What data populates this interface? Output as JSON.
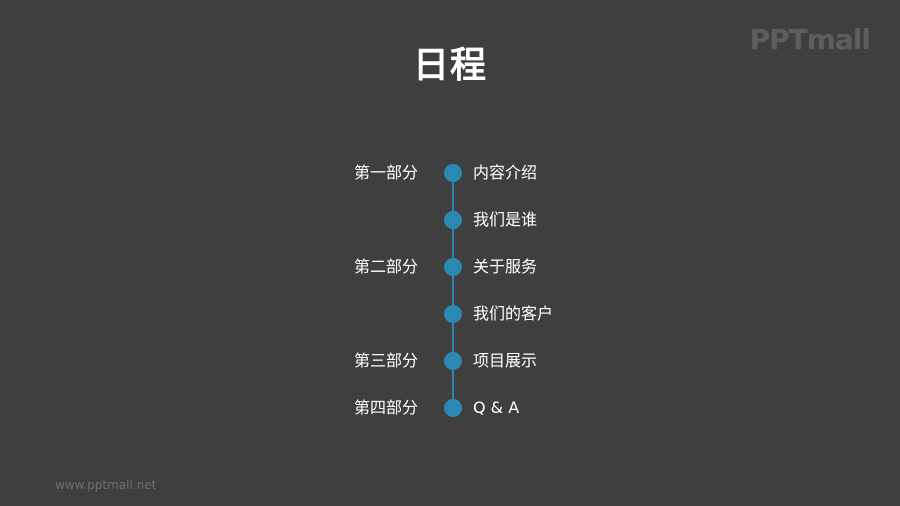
{
  "slide": {
    "title": "日程",
    "logo_text": "PPTmall",
    "footer_url": "www.pptmall.net",
    "colors": {
      "background": "#3f3f3f",
      "accent": "#2b88b2",
      "text": "#ffffff",
      "watermark": "#5e5e5e"
    }
  },
  "agenda": {
    "items": [
      {
        "section": "第一部分",
        "label": "内容介绍"
      },
      {
        "section": "",
        "label": "我们是谁"
      },
      {
        "section": "第二部分",
        "label": "关于服务"
      },
      {
        "section": "",
        "label": "我们的客户"
      },
      {
        "section": "第三部分",
        "label": "项目展示"
      },
      {
        "section": "第四部分",
        "label": "Q & A"
      }
    ]
  }
}
